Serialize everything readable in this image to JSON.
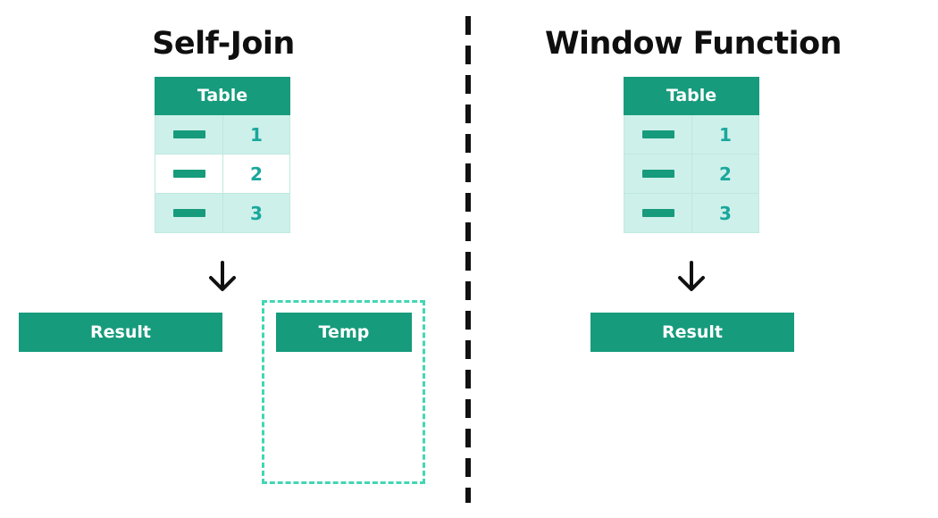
{
  "left_panel": {
    "title": "Self-Join",
    "table": {
      "header": "Table",
      "rows": [
        {
          "value": "1"
        },
        {
          "value": "2"
        },
        {
          "value": "3"
        }
      ]
    },
    "result_label": "Result",
    "temp_label": "Temp"
  },
  "right_panel": {
    "title": "Window Function",
    "table": {
      "header": "Table",
      "rows": [
        {
          "value": "1"
        },
        {
          "value": "2"
        },
        {
          "value": "3"
        }
      ]
    },
    "result_label": "Result"
  },
  "colors": {
    "accent": "#169b7c",
    "row_shade": "#cdf0ea",
    "number_text": "#1aa79c",
    "temp_border": "#43d6b4",
    "divider": "#111111"
  }
}
